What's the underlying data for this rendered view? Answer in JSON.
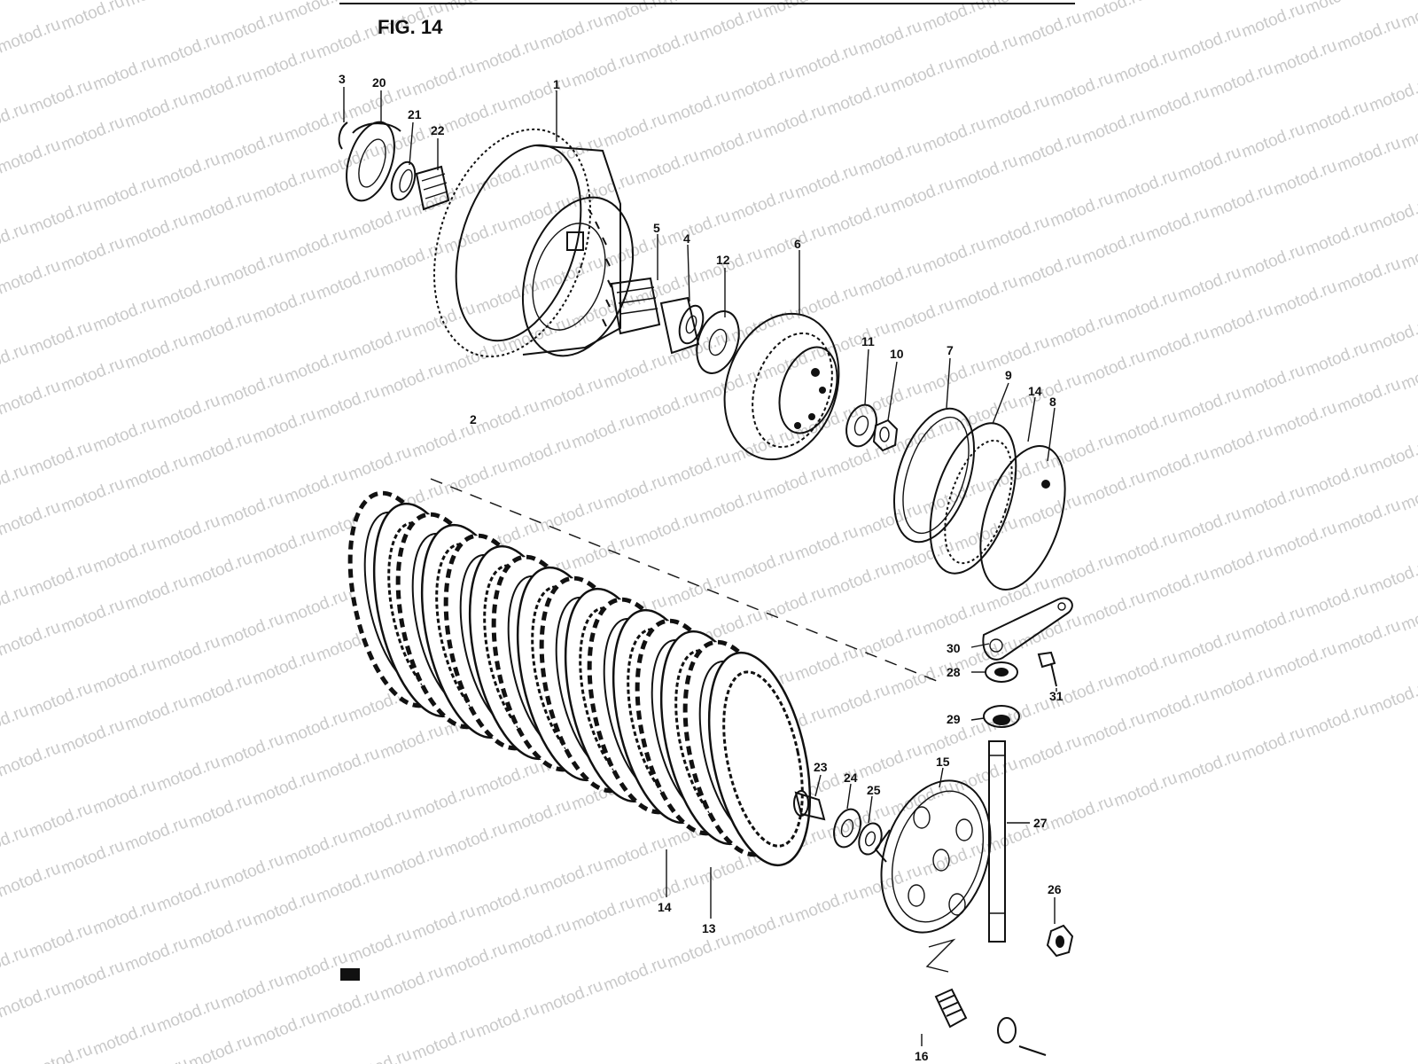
{
  "figure": {
    "title": "FIG. 14"
  },
  "watermark": {
    "text": "motod.ru"
  },
  "callouts": [
    {
      "id": "c1",
      "text": "1"
    },
    {
      "id": "c2",
      "text": "2"
    },
    {
      "id": "c3",
      "text": "3"
    },
    {
      "id": "c4",
      "text": "4"
    },
    {
      "id": "c5",
      "text": "5"
    },
    {
      "id": "c6",
      "text": "6"
    },
    {
      "id": "c7",
      "text": "7"
    },
    {
      "id": "c8",
      "text": "8"
    },
    {
      "id": "c9",
      "text": "9"
    },
    {
      "id": "c10",
      "text": "10"
    },
    {
      "id": "c11",
      "text": "11"
    },
    {
      "id": "c12",
      "text": "12"
    },
    {
      "id": "c13",
      "text": "13"
    },
    {
      "id": "c14a",
      "text": "14"
    },
    {
      "id": "c14b",
      "text": "14"
    },
    {
      "id": "c15",
      "text": "15"
    },
    {
      "id": "c16",
      "text": "16"
    },
    {
      "id": "c20",
      "text": "20"
    },
    {
      "id": "c21",
      "text": "21"
    },
    {
      "id": "c22",
      "text": "22"
    },
    {
      "id": "c23",
      "text": "23"
    },
    {
      "id": "c24",
      "text": "24"
    },
    {
      "id": "c25",
      "text": "25"
    },
    {
      "id": "c26",
      "text": "26"
    },
    {
      "id": "c27",
      "text": "27"
    },
    {
      "id": "c28",
      "text": "28"
    },
    {
      "id": "c29",
      "text": "29"
    },
    {
      "id": "c30",
      "text": "30"
    },
    {
      "id": "c31",
      "text": "31"
    }
  ]
}
